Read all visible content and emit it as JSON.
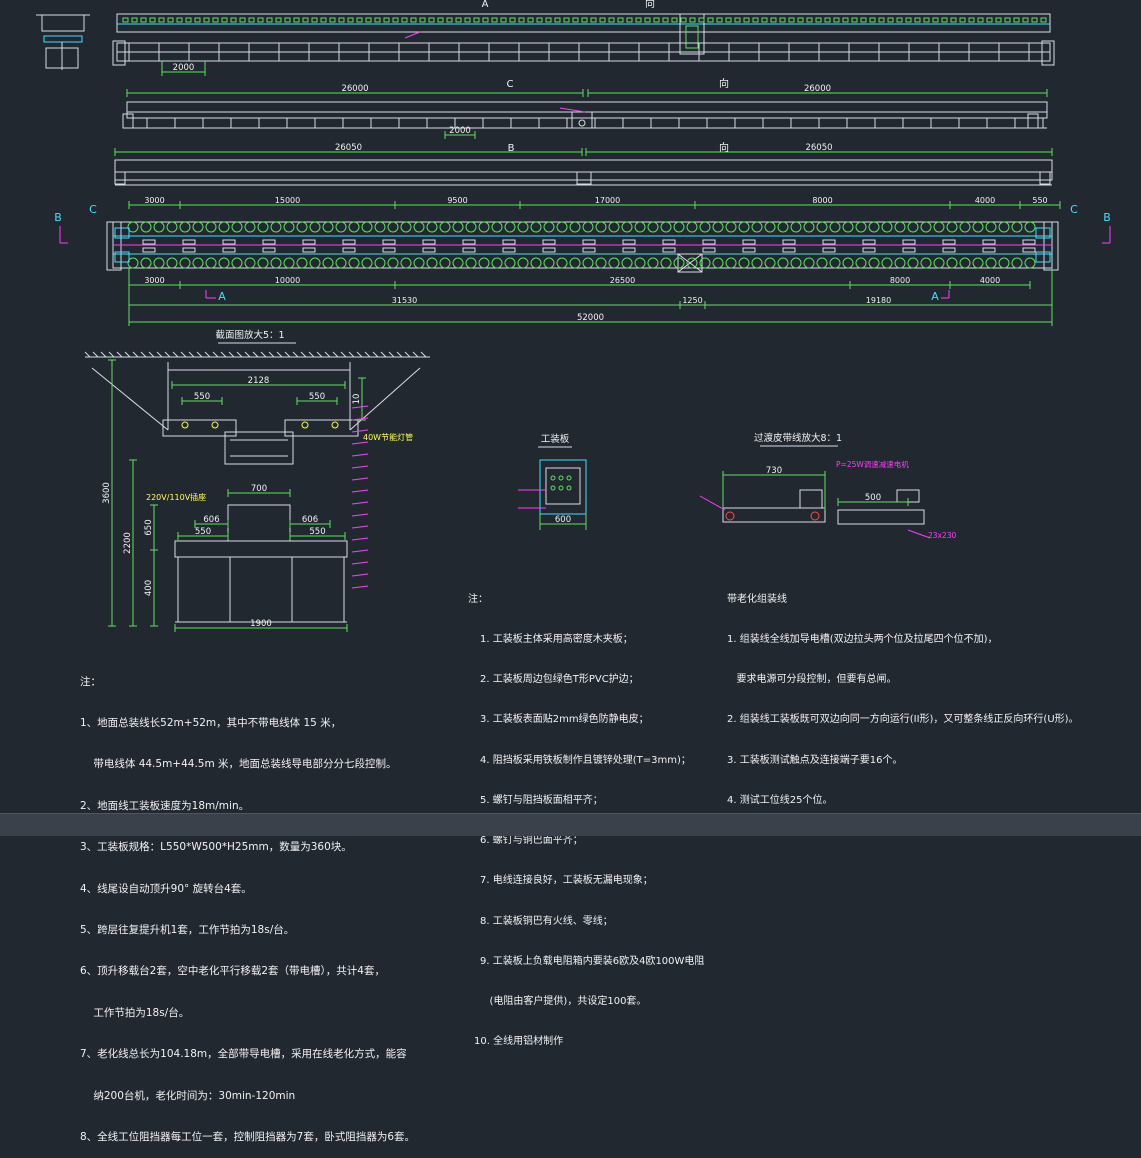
{
  "colors": {
    "background": "#212830",
    "line": "#d8dde2",
    "green": "#5fe05f",
    "magenta": "#ff3cff",
    "cyan": "#3fe0ff",
    "yellow": "#ffff4a",
    "red": "#ff4a4a",
    "white": "#f2f2f2",
    "status": "#3a414a"
  },
  "views": {
    "top_view": {
      "section_label_left": "A",
      "section_label_right": "向",
      "dim_left": "2000"
    },
    "c_view": {
      "section_label_left": "C",
      "section_label_right": "向",
      "dim_left": "26000",
      "dim_right": "26000",
      "dim_gap": "2000"
    },
    "b_view": {
      "section_label_left": "B",
      "section_label_right": "向",
      "dim_left": "26050",
      "dim_right": "26050"
    },
    "plan": {
      "marker_left_b": "B",
      "marker_left_c": "C",
      "marker_right_b": "B",
      "marker_right_c": "C",
      "marker_a_left": "A",
      "marker_a_right": "A",
      "dims_top": [
        "3000",
        "15000",
        "9500",
        "17000",
        "8000",
        "4000",
        "550"
      ],
      "dims_bottom": [
        "3000",
        "10000",
        "26500",
        "8000",
        "4000"
      ],
      "dims_total_row": [
        "31530",
        "1250",
        "19180"
      ],
      "dim_total": "52000"
    },
    "section_detail": {
      "title": "截面图放大5：1",
      "dim_top_span": "2128",
      "dim_left_550": "550",
      "dim_right_550": "550",
      "dim_top_700": "700",
      "dim_606_left": "606",
      "dim_606_right": "606",
      "dim_550_lower_left": "550",
      "dim_550_lower_right": "550",
      "dim_bottom_width": "1900",
      "height_total": "3600",
      "height_2200": "2200",
      "height_650": "650",
      "height_400": "400",
      "height_10": "10",
      "voltage_label": "220V/110V插座",
      "lamp_label": "40W节能灯管"
    },
    "board_detail": {
      "title": "工装板",
      "dim_bottom": "600"
    },
    "transition_detail": {
      "title": "过渡皮带线放大8：1",
      "dim_top": "730",
      "dim_mid": "500",
      "label_motor": "P=25W调速减速电机",
      "label_belt": "23x230"
    }
  },
  "notes_board": {
    "heading": "注：",
    "lines": [
      "1. 工装板主体采用高密度木夹板；",
      "2. 工装板周边包绿色T形PVC护边；",
      "3. 工装板表面贴2mm绿色防静电皮；",
      "4. 阻挡板采用铁板制作且镀锌处理(T=3mm)；",
      "5. 螺钉与阻挡板面相平齐；",
      "6. 螺钉与铜巴面平齐；",
      "7. 电线连接良好，工装板无漏电现象；",
      "8. 工装板铜巴有火线、零线；",
      "9. 工装板上负载电阻箱内要装6欧及4欧100W电阻",
      "   (电阻由客户提供)，共设定100套。",
      "10. 全线用铝材制作"
    ]
  },
  "notes_aging": {
    "heading": "带老化组装线",
    "lines": [
      "1. 组装线全线加导电槽(双边拉头两个位及拉尾四个位不加)，",
      "   要求电源可分段控制，但要有总闸。",
      "2. 组装线工装板既可双边向同一方向运行(II形)，又可整条线正反向环行(U形)。",
      "3. 工装板测试触点及连接端子要16个。",
      "4. 测试工位线25个位。"
    ]
  },
  "notes_main": {
    "heading": "注：",
    "lines": [
      "1、地面总装线长52m+52m，其中不带电线体 15 米，",
      "    带电线体 44.5m+44.5m 米，地面总装线导电部分分七段控制。",
      "2、地面线工装板速度为18m/min。",
      "3、工装板规格：L550*W500*H25mm，数量为360块。",
      "4、线尾设自动顶升90° 旋转台4套。",
      "5、跨层往复提升机1套，工作节拍为18s/台。",
      "6、顶升移载台2套，空中老化平行移载2套（带电槽），共计4套，",
      "    工作节拍为18s/台。",
      "7、老化线总长为104.18m，全部带导电槽，采用在线老化方式，能容",
      "    纳200台机，老化时间为：30min-120min",
      "8、全线工位阻挡器每工位一套，控制阻挡器为7套，卧式阻挡器为6套。"
    ]
  }
}
